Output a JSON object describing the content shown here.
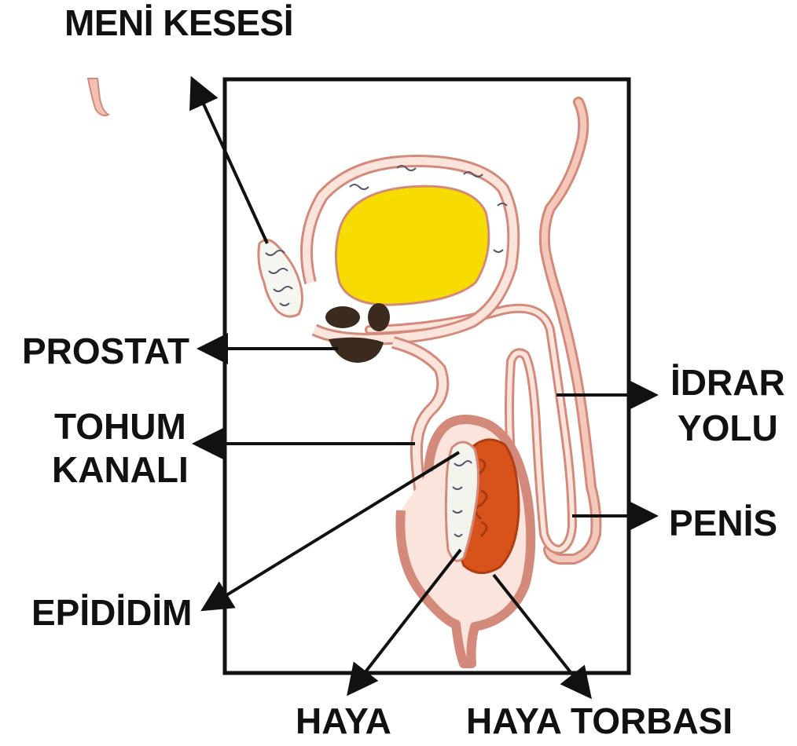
{
  "title": "MENİ KESESİ",
  "labels": {
    "prostat": "PROSTAT",
    "tohum_line1": "TOHUM",
    "tohum_line2": "KANALI",
    "epididim": "EPİDİDİM",
    "idrar_line1": "İDRAR",
    "idrar_line2": "YOLU",
    "penis": "PENİS",
    "haya": "HAYA",
    "haya_torbasi": "HAYA TORBASI"
  },
  "colors": {
    "seminal_vesicle_fill": "#f6dc00",
    "tissue_outline": "#d48a7a",
    "tissue_fill": "#f4c9bb",
    "testis_fill": "#d8531b",
    "prostate_fill": "#3b2a1e",
    "frame": "#111111",
    "arrow": "#111111"
  }
}
